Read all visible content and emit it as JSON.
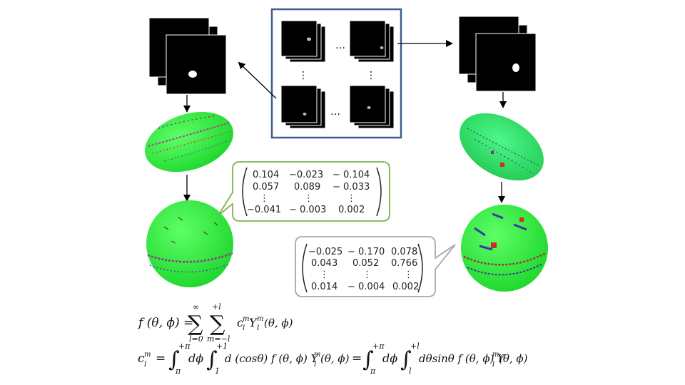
{
  "colors": {
    "frame_blue": "#3c5f8f",
    "callout_green": "#7fb24a",
    "callout_gray": "#a8a8a8",
    "sphere_green": "#2cf03a",
    "sphere_teal": "#2ee06a"
  },
  "ellipsis": {
    "h": "…",
    "v": "⋮"
  },
  "matrix_left": {
    "rows": [
      [
        "0.104",
        "−0.023",
        "− 0.104"
      ],
      [
        "0.057",
        "0.089",
        "− 0.033"
      ],
      [
        "⋮",
        "⋮",
        "⋮"
      ],
      [
        "−0.041",
        "− 0.003",
        "0.002"
      ]
    ]
  },
  "matrix_right": {
    "rows": [
      [
        "−0.025",
        "− 0.170",
        "0.078"
      ],
      [
        "0.043",
        "0.052",
        "0.766"
      ],
      [
        "⋮",
        "⋮",
        "⋮"
      ],
      [
        "0.014",
        "− 0.004",
        "0.002"
      ]
    ]
  },
  "equations": {
    "eq1": {
      "lhs": "f (θ, ϕ) =",
      "sum1_top": "∞",
      "sum1_bottom": "l=0",
      "sum2_top": "+l",
      "sum2_bottom": "m=−l",
      "sum_symbol": "∑",
      "term": "c",
      "term_sup": "m",
      "term_sub": "l",
      "y": "Y",
      "y_sup": "m",
      "y_sub": "l",
      "arg": "(θ, ϕ)"
    },
    "eq2": {
      "lhs": "c",
      "lhs_sup": "m",
      "lhs_sub": "l",
      "eq": "=",
      "int": "∫",
      "int1_top": "+π",
      "int1_bottom": "π",
      "d_phi": "dϕ",
      "int2_top": "+1",
      "int2_bottom": "1",
      "body": "d (cosθ) f (θ, ϕ) Y",
      "y_sup": "m",
      "y_sub": "l",
      "arg": "(θ, ϕ)",
      "eq_mid": "=",
      "int3_top": "+π",
      "int3_bottom": "π",
      "int4_top": "+l",
      "int4_bottom": "l",
      "body2": "dθsinθ f (θ, ϕ) Y",
      "y2_sup": "m",
      "y2_sub": "l",
      "arg2": "(θ, ϕ)"
    }
  }
}
